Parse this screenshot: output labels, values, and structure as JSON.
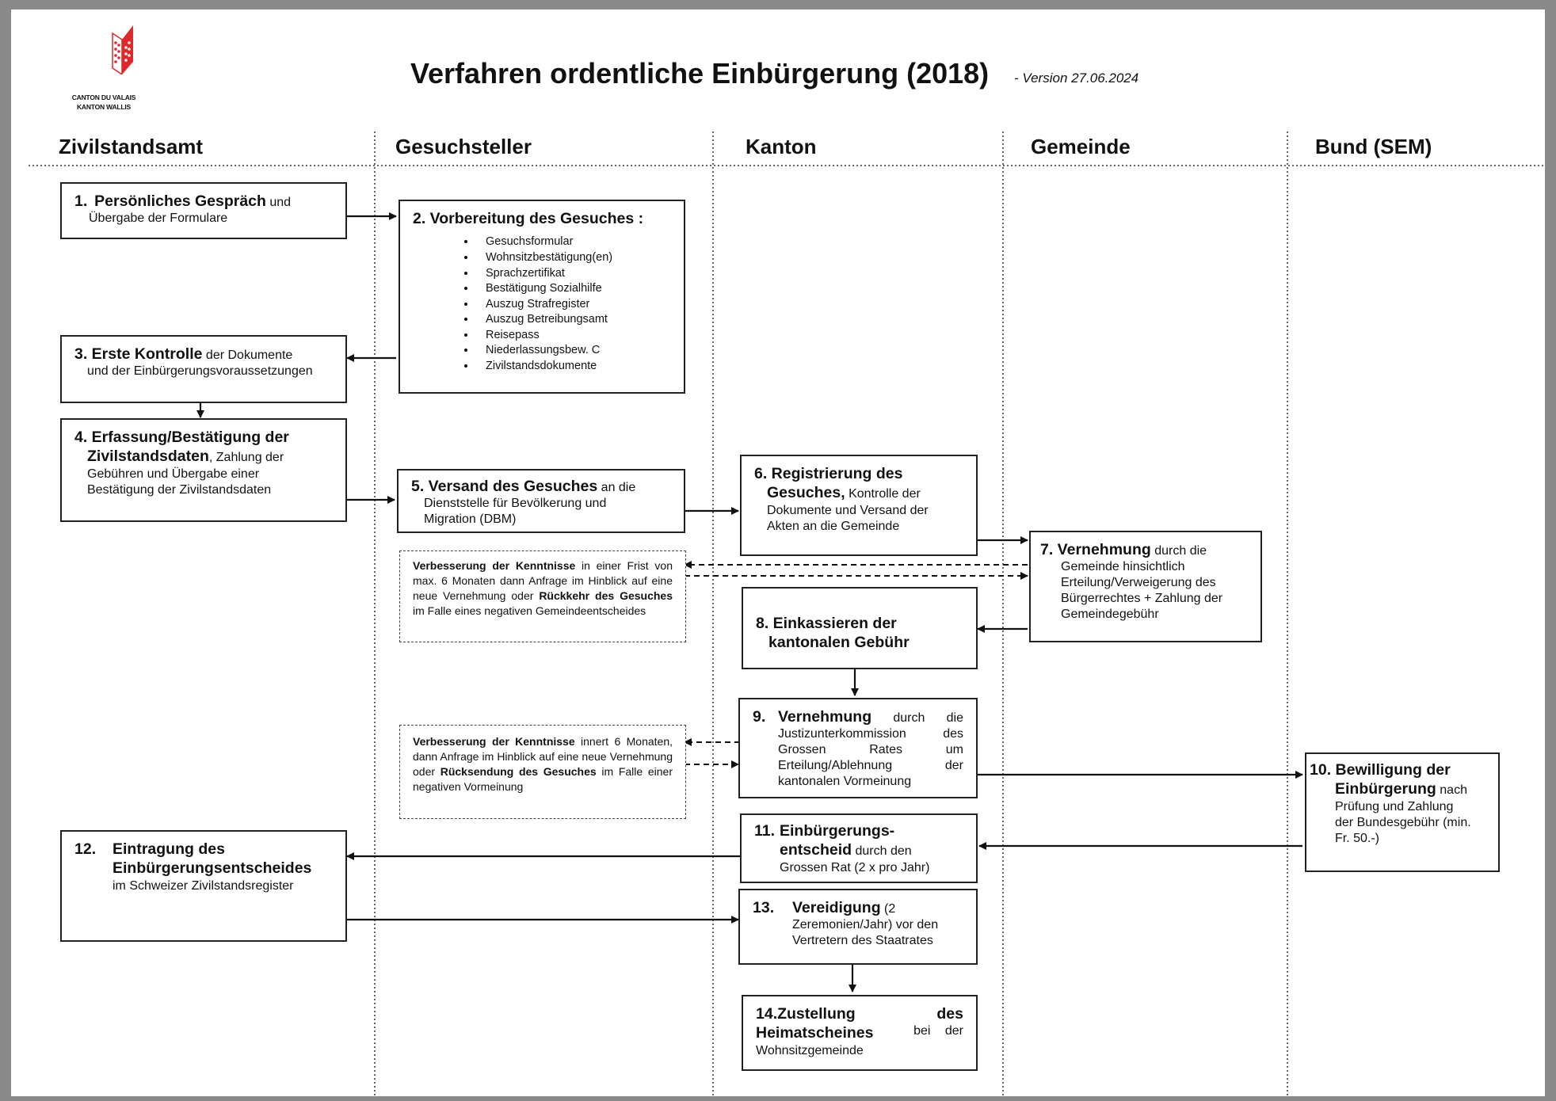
{
  "logo": {
    "line1": "CANTON DU VALAIS",
    "line2": "KANTON WALLIS"
  },
  "title": "Verfahren ordentliche Einbürgerung (2018)",
  "version": "- Version 27.06.2024",
  "lanes": [
    "Zivilstandsamt",
    "Gesuchsteller",
    "Kanton",
    "Gemeinde",
    "Bund (SEM)"
  ],
  "steps": {
    "s1": {
      "num": "1.",
      "bold": "Persönliches Gespräch",
      "rest1": " und",
      "line2": "Übergabe der Formulare"
    },
    "s2": {
      "bold": "2.  Vorbereitung des Gesuches :",
      "items": [
        "Gesuchsformular",
        "Wohnsitzbestätigung(en)",
        "Sprachzertifikat",
        "Bestätigung Sozialhilfe",
        "Auszug Strafregister",
        "Auszug Betreibungsamt",
        "Reisepass",
        "Niederlassungsbew. C",
        "Zivilstandsdokumente"
      ]
    },
    "s3": {
      "bold": "3. Erste Kontrolle",
      "rest1": " der Dokumente",
      "line2": "und der Einbürgerungsvoraussetzungen"
    },
    "s4": {
      "bold1": "4. Erfassung/Bestätigung der",
      "bold2": "Zivilstandsdaten",
      "rest2": ", Zahlung der",
      "line3": "Gebühren und Übergabe  einer",
      "line4": "Bestätigung der Zivilstandsdaten"
    },
    "s5": {
      "bold": "5. Versand des Gesuches",
      "rest1": " an die",
      "line2": "Dienststelle für Bevölkerung und",
      "line3": "Migration (DBM)"
    },
    "s6": {
      "bold1": "6. Registrierung des",
      "bold2": "Gesuches,",
      "rest2": " Kontrolle der",
      "line3": "Dokumente und Versand der",
      "line4": "Akten an die Gemeinde"
    },
    "s7": {
      "bold": "7. Vernehmung",
      "rest1": " durch die",
      "line2": "Gemeinde hinsichtlich",
      "line3": "Erteilung/Verweigerung des",
      "line4": "Bürgerrechtes + Zahlung der",
      "line5": "Gemeindegebühr"
    },
    "s8": {
      "line1": "8. Einkassieren der",
      "line2": "kantonalen Gebühr"
    },
    "s9": {
      "num": "9.",
      "bold": "Vernehmung",
      "rest1": " durch die",
      "line2": "Justizunterkommission des",
      "line3": "Grossen Rates um",
      "line4": "Erteilung/Ablehnung der",
      "line5": "kantonalen Vormeinung"
    },
    "s10": {
      "bold1": "10. Bewilligung der",
      "bold2": "Einbürgerung",
      "rest2": " nach",
      "line3": "Prüfung und  Zahlung",
      "line4": "der Bundesgebühr (min.",
      "line5": "Fr. 50.-)"
    },
    "s11": {
      "num": "11.",
      "bold1": "Einbürgerungs-",
      "bold2": "entscheid",
      "rest2": " durch den",
      "line3": "Grossen Rat (2 x pro Jahr)"
    },
    "s12": {
      "num": "12.",
      "bold1": "Eintragung des",
      "bold2": "Einbürgerungsentscheides",
      "line3": "im Schweizer Zivilstandsregister"
    },
    "s13": {
      "num": "13.",
      "bold": "Vereidigung",
      "rest1": " (2",
      "line2": "Zeremonien/Jahr) vor den",
      "line3": "Vertretern des Staatrates"
    },
    "s14": {
      "bold1": "14.Zustellung des",
      "bold2": "Heimatscheines",
      "rest2": " bei der",
      "line3": "Wohnsitzgemeinde"
    }
  },
  "notes": {
    "n1": {
      "b1": "Verbesserung der Kenntnisse",
      "t1": " in einer Frist von max. 6 Monaten dann Anfrage im Hinblick auf eine neue Vernehmung oder ",
      "b2": "Rückkehr des Gesuches",
      "t2": " im Falle eines negativen Gemeindeentscheides"
    },
    "n2": {
      "b1": "Verbesserung der Kenntnisse",
      "t1": " innert 6 Monaten, dann Anfrage im Hinblick auf eine neue Vernehmung oder ",
      "b2": "Rücksendung des Gesuches",
      "t2": " im Falle einer negativen Vormeinung"
    }
  },
  "colors": {
    "logo_red": "#e0282c",
    "line": "#111111",
    "frame": "#8a8a8a"
  }
}
